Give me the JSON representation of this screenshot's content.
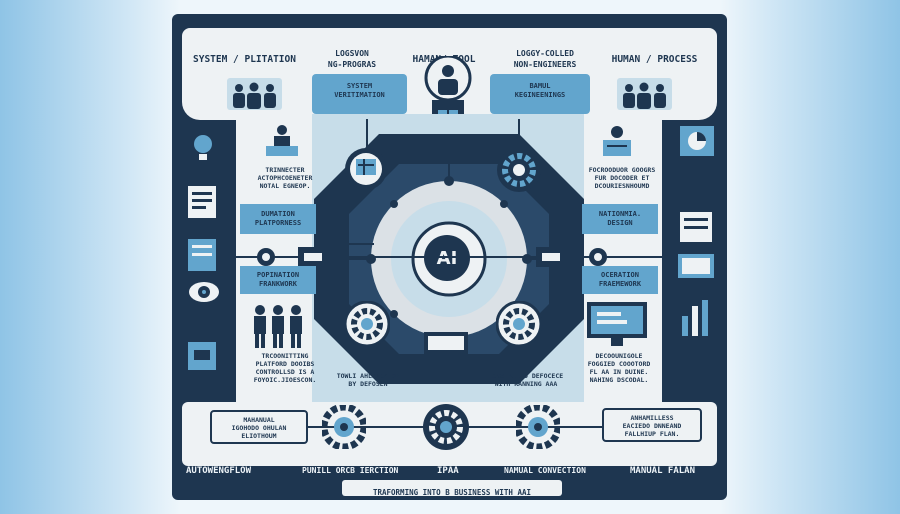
{
  "header": {
    "items": [
      "SYSTEM / PLITATION",
      "LOGSVON\nNG-PROGRAS",
      "HAMAN/ TOOL",
      "LOGGY-COLLED\nNON-ENGINEERS",
      "HUMAN / PROCESS"
    ]
  },
  "top_boxes": {
    "left": "SYSTEM\nVERITIMATION",
    "right": "BAMUL\nKEGINEENINGS"
  },
  "center": {
    "label": "AI"
  },
  "left_column": {
    "top_text": "TRINNECTER\nACTOPHCOENETER\nNOTAL EGNEOP.",
    "box_top": "DUMATION\nPLATPORNESS",
    "box_bottom": "POPINATION\nFRANKWORK",
    "bottom_text": "TRCOONITTING\nPLATFORD DOOIBS\nCONTROLLSD IS A\nFOYOIC.JIOESCON."
  },
  "right_column": {
    "top_text": "FOCROODUOR GOOGRS\nFUR DOCODER ET\nDCOURIESNHOUMD",
    "box_top": "NATIONMIA.\nDESIGN",
    "box_bottom": "OCERATION\nFRAEMEWORK",
    "bottom_text": "DECOOUNIGOLE\nFOGGIED COOOTORD\nFL AA IN DUINE.\nNAHING DSCODAL."
  },
  "mid_texts": {
    "left": "TOWLI AHLINDATOR\nBY DEFOSEN",
    "right": "LOGS-ALLED DEFOCECE\nWITH RANNING AAA"
  },
  "bottom_boxes": {
    "left": "MAHANUAL\nIGOHODO OHULAN\nELIOTHOUM",
    "right": "ANHAMILLESS\nEACIEDO DNNEAND\nFALLHIUP FLAN."
  },
  "bottom_labels": [
    "AUTOWENGFLOW",
    "PUNILL ORCB IERCTION",
    "IPAA",
    "NAMUAL CONVECTION",
    "MANUAL FALAN"
  ],
  "footer": "TRAFORMING INTO B BUSINESS WITH AAI",
  "colors": {
    "navy": "#1e3650",
    "light_blue": "#62a5cd",
    "pale": "#eef2f4",
    "accent_blue": "#c7dde9"
  },
  "icons": [
    "people-icon",
    "presenter-icon",
    "gear-icon",
    "chart-icon",
    "document-icon",
    "eye-icon",
    "lightbulb-icon",
    "monitor-icon",
    "person-icon"
  ]
}
